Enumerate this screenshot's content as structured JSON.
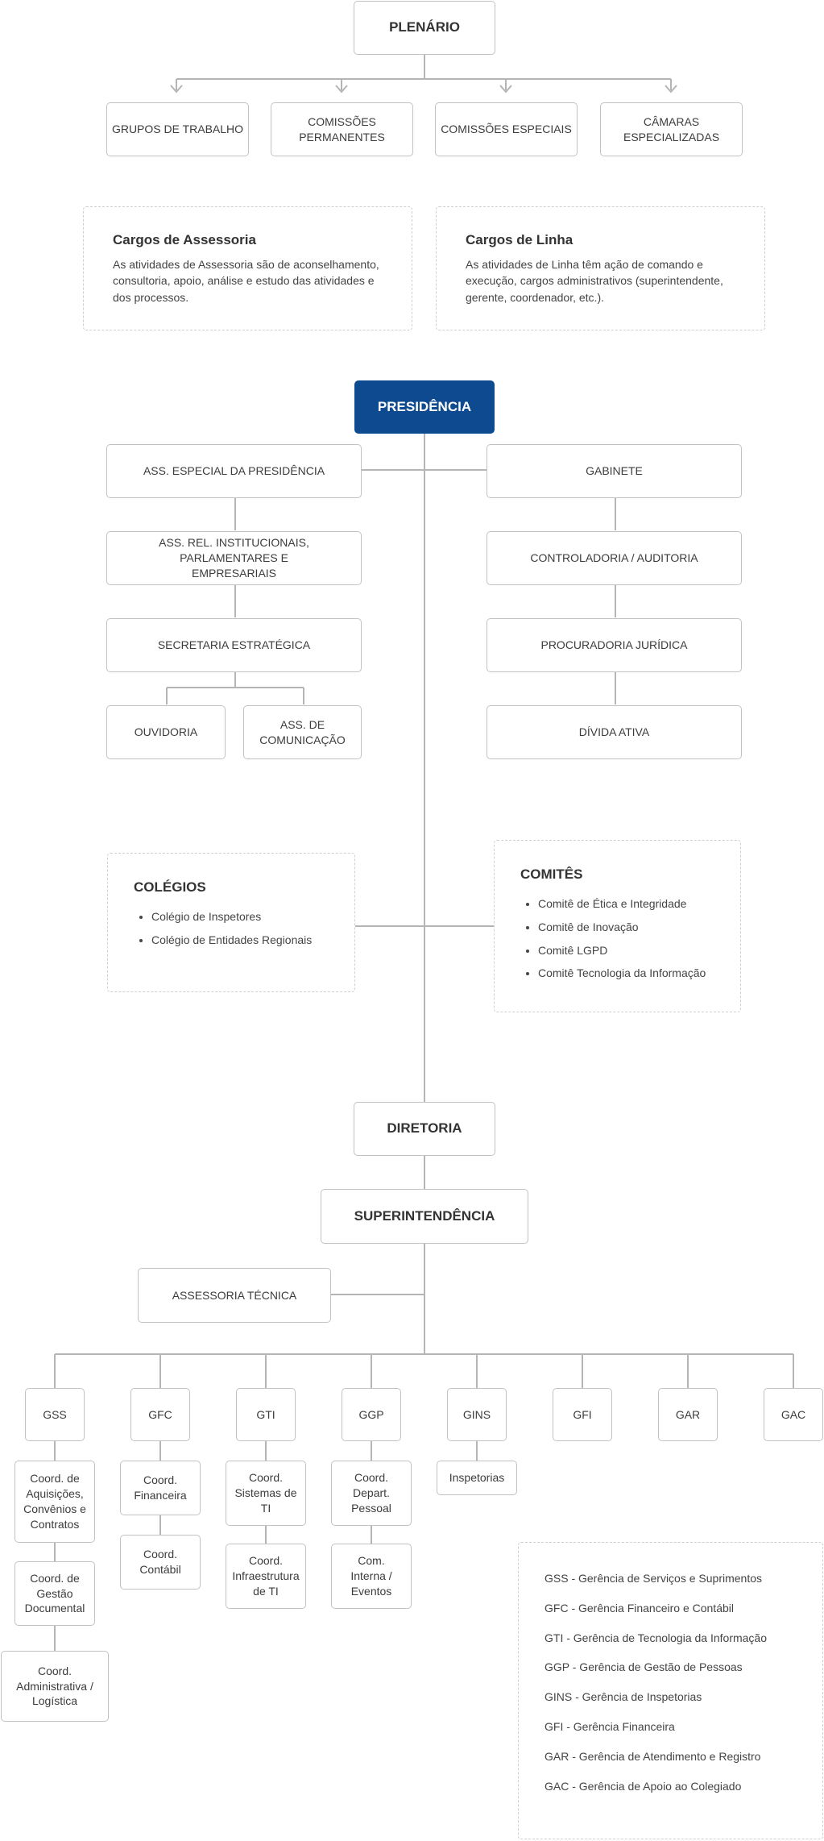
{
  "top": {
    "plenario": "PLENÁRIO",
    "children": [
      "GRUPOS DE TRABALHO",
      "COMISSÕES PERMANENTES",
      "COMISSÕES ESPECIAIS",
      "CÂMARAS ESPECIALIZADAS"
    ]
  },
  "info": {
    "assessoria": {
      "title": "Cargos de Assessoria",
      "text": "As atividades de Assessoria são de aconselhamento, consultoria, apoio, análise e estudo das atividades e dos processos."
    },
    "linha": {
      "title": "Cargos de Linha",
      "text": "As atividades de Linha têm ação de comando e execução, cargos administrativos (superintendente, gerente, coordenador, etc.)."
    }
  },
  "presidencia": {
    "title": "PRESIDÊNCIA",
    "left": [
      "ASS. ESPECIAL DA PRESIDÊNCIA",
      "ASS. REL. INSTITUCIONAIS, PARLAMENTARES E EMPRESARIAIS",
      "SECRETARIA ESTRATÉGICA"
    ],
    "left_sub": [
      "OUVIDORIA",
      "ASS. DE COMUNICAÇÃO"
    ],
    "right": [
      "GABINETE",
      "CONTROLADORIA / AUDITORIA",
      "PROCURADORIA JURÍDICA",
      "DÍVIDA ATIVA"
    ]
  },
  "colegios": {
    "title": "COLÉGIOS",
    "items": [
      "Colégio de Inspetores",
      "Colégio de Entidades Regionais"
    ]
  },
  "comites": {
    "title": "COMITÊS",
    "items": [
      "Comitê de Ética e Integridade",
      "Comitê de Inovação",
      "Comitê LGPD",
      "Comitê Tecnologia da Informação"
    ]
  },
  "diretoria": "DIRETORIA",
  "superintendencia": "SUPERINTENDÊNCIA",
  "assessoria_tecnica": "ASSESSORIA TÉCNICA",
  "gerencias": [
    "GSS",
    "GFC",
    "GTI",
    "GGP",
    "GINS",
    "GFI",
    "GAR",
    "GAC"
  ],
  "coord": {
    "gss": [
      "Coord. de Aquisições, Convênios e Contratos",
      "Coord. de Gestão Documental",
      "Coord. Administrativa / Logística"
    ],
    "gfc": [
      "Coord. Financeira",
      "Coord. Contábil"
    ],
    "gti": [
      "Coord. Sistemas de TI",
      "Coord. Infraestrutura de TI"
    ],
    "ggp": [
      "Coord. Depart. Pessoal",
      "Com. Interna / Eventos"
    ],
    "gins": [
      "Inspetorias"
    ]
  },
  "legend": [
    "GSS - Gerência de Serviços e Suprimentos",
    "GFC - Gerência Financeiro e Contábil",
    "GTI - Gerência de Tecnologia da Informação",
    "GGP - Gerência de Gestão de Pessoas",
    "GINS - Gerência de Inspetorias",
    "GFI - Gerência Financeira",
    "GAR - Gerência de Atendimento e Registro",
    "GAC - Gerência de Apoio ao Colegiado"
  ],
  "colors": {
    "primary": "#0e4a8f",
    "line": "#b5b5b5",
    "border": "#c2c2c2"
  }
}
